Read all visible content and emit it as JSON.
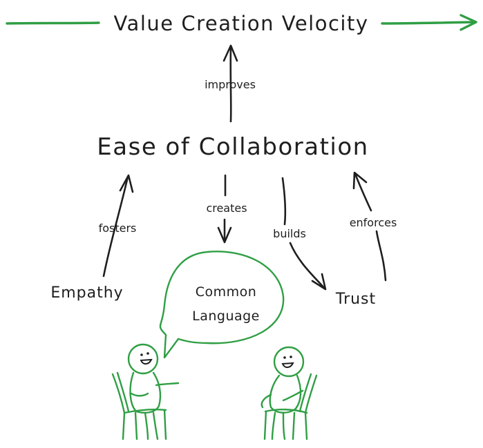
{
  "diagram": {
    "title": "Value Creation Velocity",
    "center": "Ease of Collaboration",
    "nodes": {
      "empathy": "Empathy",
      "trust": "Trust",
      "common_language_line1": "Common",
      "common_language_line2": "Language"
    },
    "edges": {
      "improves": "improves",
      "fosters": "fosters",
      "creates": "creates",
      "builds": "builds",
      "enforces": "enforces"
    },
    "colors": {
      "ink": "#1e1e1e",
      "accent_green": "#2f9e44",
      "background": "#ffffff"
    }
  }
}
